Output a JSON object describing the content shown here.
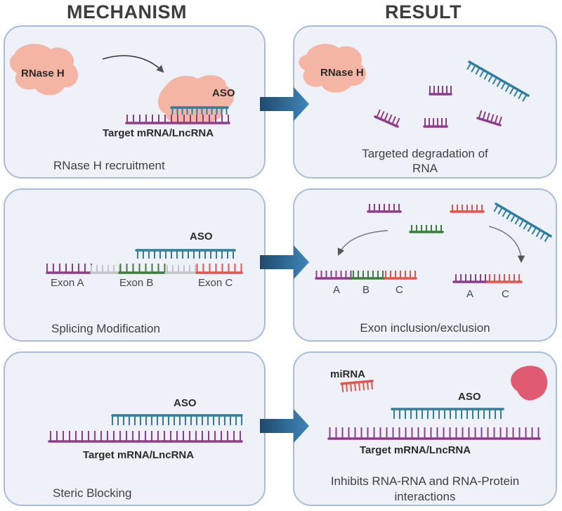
{
  "headers": {
    "mechanism": "MECHANISM",
    "result": "RESULT"
  },
  "rows": [
    {
      "mechanism": {
        "caption": "RNase H recruitment",
        "enzyme": "RNase H",
        "aso": "ASO",
        "target": "Target mRNA/LncRNA"
      },
      "result": {
        "caption_line1": "Targeted degradation  of",
        "caption_line2": "RNA",
        "enzyme": "RNase H"
      }
    },
    {
      "mechanism": {
        "caption": "Splicing Modification",
        "aso": "ASO",
        "exons": [
          "Exon A",
          "Exon B",
          "Exon C"
        ]
      },
      "result": {
        "caption": "Exon inclusion/exclusion",
        "inclusion": [
          "A",
          "B",
          "C"
        ],
        "exclusion": [
          "A",
          "C"
        ]
      }
    },
    {
      "mechanism": {
        "caption": "Steric Blocking",
        "aso": "ASO",
        "target": "Target mRNA/LncRNA"
      },
      "result": {
        "caption_line1": "Inhibits RNA-RNA and RNA-Protein",
        "caption_line2": "interactions",
        "mirna": "miRNA",
        "aso": "ASO",
        "target": "Target mRNA/LncRNA"
      }
    }
  ],
  "colors": {
    "panel_bg": "#eef2f8",
    "panel_border": "#a9bcd8",
    "rnase": "#f5b5a4",
    "purple": "#8e3c8c",
    "blue_aso": "#2f7ea0",
    "green": "#3e7d3a",
    "red": "#e2544f",
    "grey": "#c4c4c4",
    "protein": "#e05a72",
    "arrow": "#2d5f85"
  },
  "icons": {
    "between_panels": "right-arrow-icon",
    "curved": "curved-arrow-icon",
    "enzyme": "rnase-h-blob-icon",
    "protein": "protein-blob-icon"
  }
}
